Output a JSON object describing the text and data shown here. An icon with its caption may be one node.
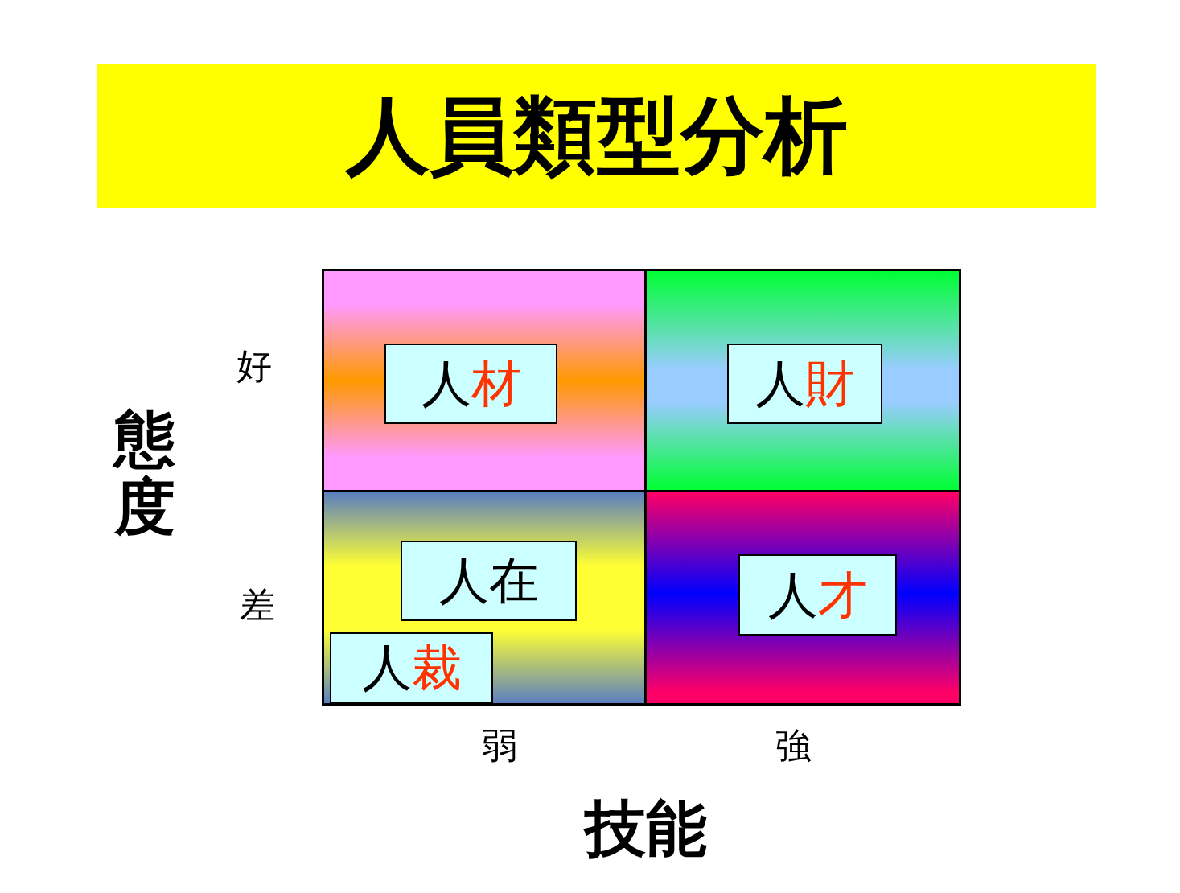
{
  "diagram": {
    "title": "人員類型分析",
    "nodes": [
      {
        "text": [],
        "shape": "box"
      },
      {
        "text": [
          "人材"
        ],
        "in": 0
      },
      {
        "text": [],
        "shape": "box"
      },
      {
        "text": [
          "人財"
        ],
        "in": 2
      },
      {
        "text": [],
        "shape": "box"
      },
      {
        "text": [
          "人在"
        ],
        "in": 4
      },
      {
        "text": [
          "人裁"
        ],
        "in": 4
      },
      {
        "text": [],
        "shape": "box"
      },
      {
        "text": [
          "人才"
        ],
        "in": 7
      }
    ],
    "labels": [
      "好",
      "態度",
      "差",
      "弱",
      "強",
      "技能"
    ]
  }
}
